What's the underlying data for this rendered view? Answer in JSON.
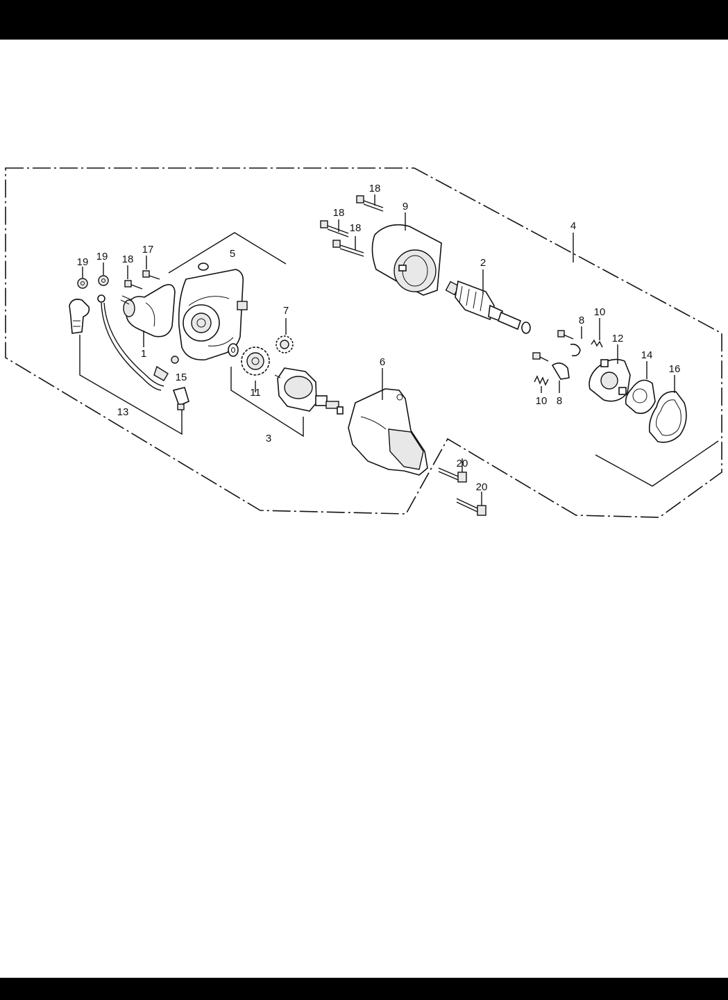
{
  "labels": {
    "l1": "1",
    "l2": "2",
    "l3": "3",
    "l4": "4",
    "l5": "5",
    "l6": "6",
    "l7": "7",
    "l8a": "8",
    "l8b": "8",
    "l9": "9",
    "l10a": "10",
    "l10b": "10",
    "l11": "11",
    "l12": "12",
    "l13": "13",
    "l14": "14",
    "l15": "15",
    "l16": "16",
    "l17": "17",
    "l18a": "18",
    "l18b": "18",
    "l18c": "18",
    "l18d": "18",
    "l19a": "19",
    "l19b": "19",
    "l20a": "20",
    "l20b": "20"
  },
  "colors": {
    "ink": "#111111",
    "bars": "#000000",
    "paper": "#ffffff"
  }
}
